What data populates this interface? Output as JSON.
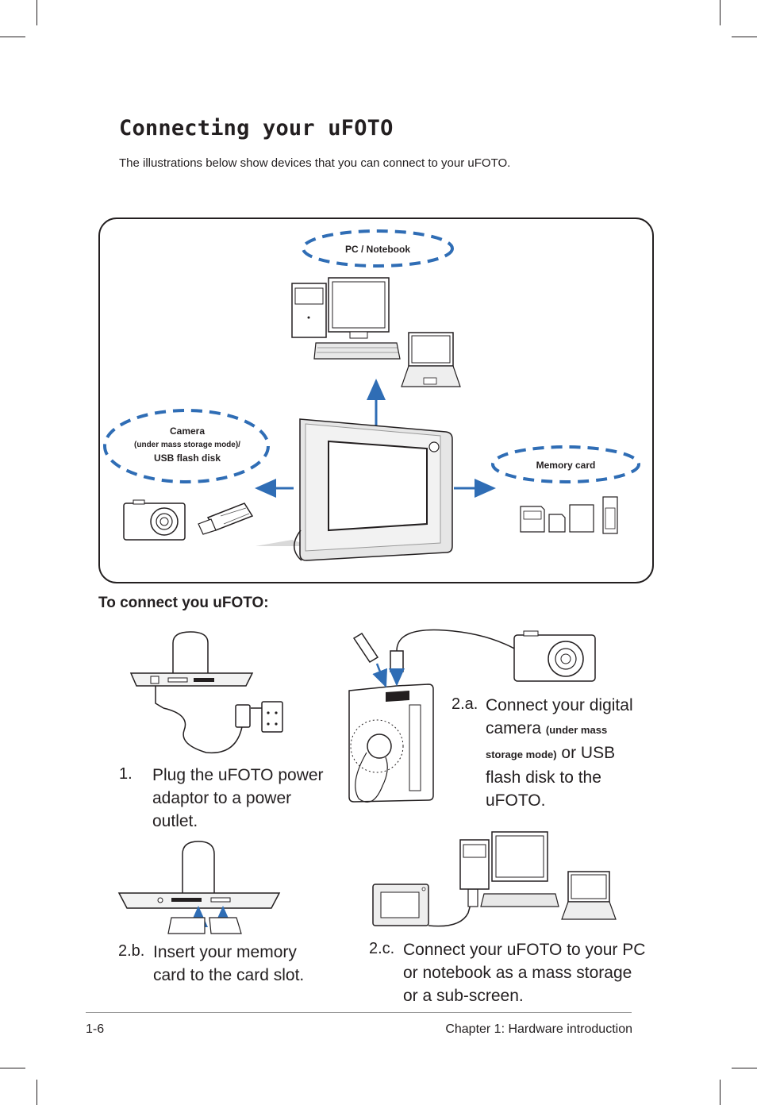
{
  "title": "Connecting your uFOTO",
  "intro": "The illustrations below show devices that you can connect to your uFOTO.",
  "diagram": {
    "pc_label": "PC / Notebook",
    "camera_label_line1": "Camera",
    "camera_label_line2": "(under mass storage mode)/",
    "camera_label_line3": "USB flash disk",
    "memory_label": "Memory card"
  },
  "section_heading": "To connect you uFOTO:",
  "steps": {
    "s1": {
      "num": "1.",
      "lines": [
        "Plug the uFOTO power",
        "adaptor to a power",
        "outlet."
      ]
    },
    "s2a": {
      "num": "2.a.",
      "line1": "Connect your digital",
      "line2_text": "camera",
      "line2_small": "(under mass",
      "line3_small": "storage mode)",
      "line3_text": "or USB",
      "line4": "flash disk to the",
      "line5": "uFOTO."
    },
    "s2b": {
      "num": "2.b.",
      "lines": [
        "Insert your memory",
        "card to the card slot."
      ]
    },
    "s2c": {
      "num": "2.c.",
      "lines": [
        "Connect your uFOTO to your PC",
        "or notebook as a mass storage",
        "or a sub-screen."
      ]
    }
  },
  "footer": {
    "page_number": "1-6",
    "chapter": "Chapter 1: Hardware introduction"
  },
  "colors": {
    "accent_blue": "#2f6db5",
    "text": "#231f20"
  }
}
